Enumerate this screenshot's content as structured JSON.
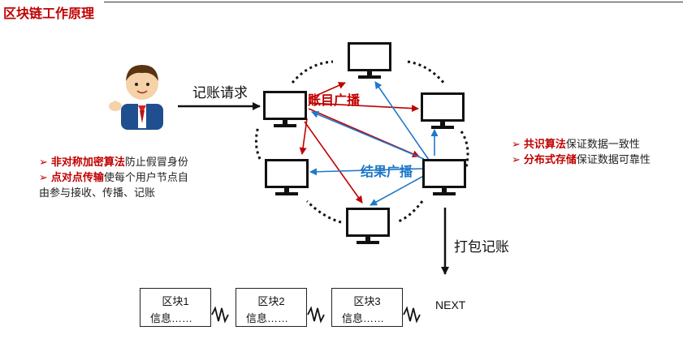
{
  "title": "区块链工作原理",
  "labels": {
    "request": "记账请求",
    "broadcast": "账目广播",
    "result": "结果广播",
    "pack": "打包记账",
    "next": "NEXT"
  },
  "left_bullets": [
    {
      "highlight": "非对称加密算法",
      "text": "防止假冒身份"
    },
    {
      "highlight": "点对点传输",
      "text": "使每个用户节点自"
    },
    {
      "highlight": "",
      "text": "由参与接收、传播、记账"
    }
  ],
  "right_bullets": [
    {
      "highlight": "共识算法",
      "text": "保证数据一致性"
    },
    {
      "highlight": "分布式存储",
      "text": "保证数据可靠性"
    }
  ],
  "blocks": [
    {
      "title": "区块1",
      "detail": "信息……"
    },
    {
      "title": "区块2",
      "detail": "信息……"
    },
    {
      "title": "区块3",
      "detail": "信息……"
    }
  ],
  "colors": {
    "accent_red": "#c00000",
    "accent_blue": "#1f78c8",
    "ink": "#111111"
  }
}
